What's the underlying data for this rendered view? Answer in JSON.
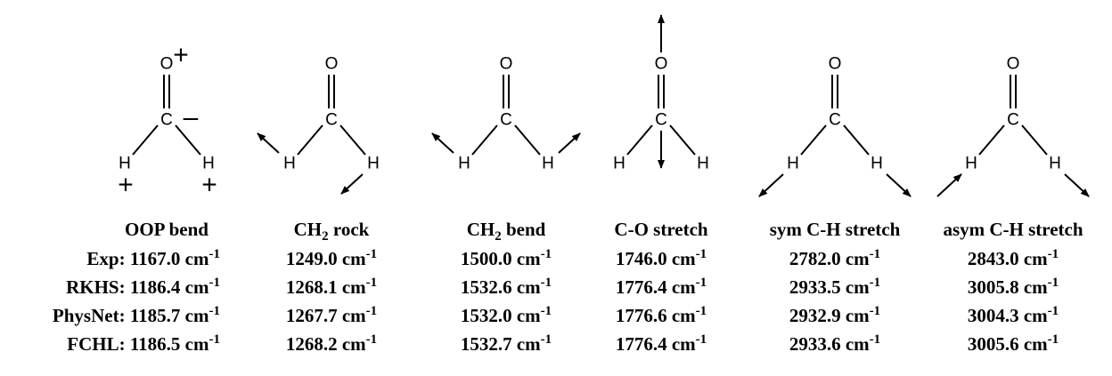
{
  "atoms": {
    "oxygen": "O",
    "carbon": "C",
    "hydrogen": "H"
  },
  "signs": {
    "plus": "+",
    "minus": "–"
  },
  "modes": [
    {
      "name": "OOP bend"
    },
    {
      "name": "CH",
      "sub": "2",
      "rest": " rock"
    },
    {
      "name": "CH",
      "sub": "2",
      "rest": " bend"
    },
    {
      "name": "C-O stretch"
    },
    {
      "name": "sym C-H stretch"
    },
    {
      "name": "asym C-H stretch"
    }
  ],
  "unit": {
    "base": "cm",
    "exp": "-1"
  },
  "rows": [
    {
      "label": "Exp:",
      "values": [
        "1167.0",
        "1249.0",
        "1500.0",
        "1746.0",
        "2782.0",
        "2843.0"
      ]
    },
    {
      "label": "RKHS:",
      "values": [
        "1186.4",
        "1268.1",
        "1532.6",
        "1776.4",
        "2933.5",
        "3005.8"
      ]
    },
    {
      "label": "PhysNet:",
      "values": [
        "1185.7",
        "1267.7",
        "1532.0",
        "1776.6",
        "2932.9",
        "3004.3"
      ]
    },
    {
      "label": "FCHL:",
      "values": [
        "1186.5",
        "1268.2",
        "1532.7",
        "1776.4",
        "2933.6",
        "3005.6"
      ]
    }
  ]
}
